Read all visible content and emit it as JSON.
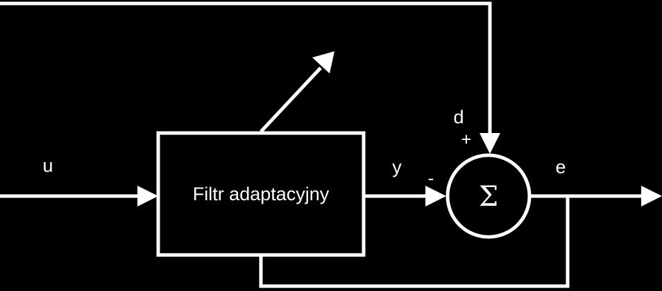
{
  "diagram": {
    "background": "#000000",
    "foreground": "#ffffff",
    "block_label": "Filtr adaptacyjny",
    "sum_symbol": "Σ",
    "signals": {
      "input": "u",
      "output_filter": "y",
      "desired": "d",
      "error": "e"
    },
    "signs": {
      "plus": "+",
      "minus": "-"
    }
  }
}
